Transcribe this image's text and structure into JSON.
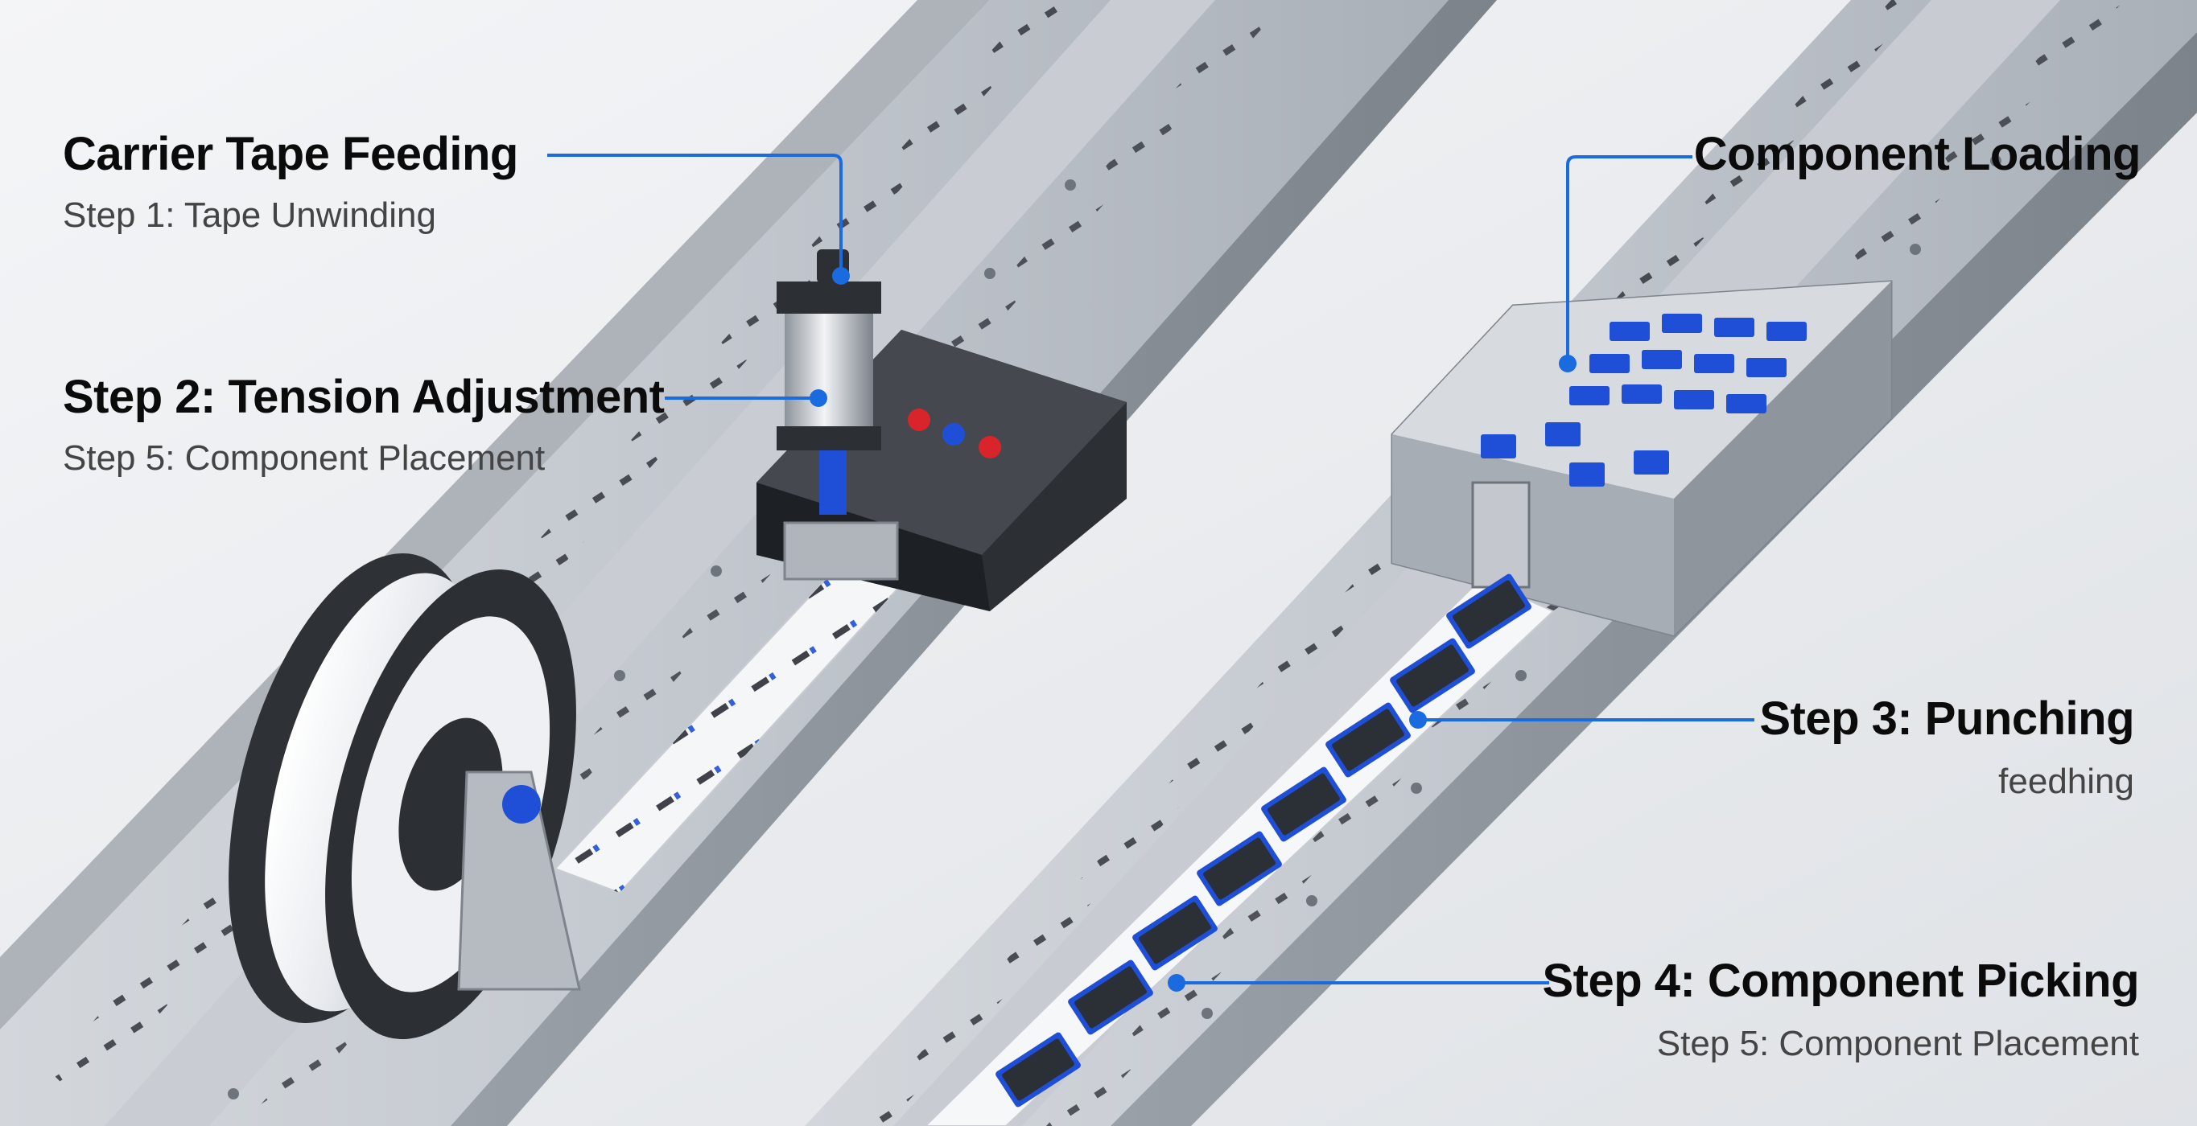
{
  "colors": {
    "background": "#eceef1",
    "rail": "#b9bec6",
    "rail_dark": "#8a9099",
    "callout": "#1a6be0",
    "component_blue": "#1f4fd6",
    "button_red": "#d8242a"
  },
  "labels": {
    "carrier_tape_feeding": {
      "title": "Carrier Tape Feeding",
      "subtitle": "Step 1: Tape Unwinding"
    },
    "tension_adjustment": {
      "title": "Step 2: Tension Adjustment",
      "subtitle": "Step 5: Component Placement"
    },
    "component_loading": {
      "title": "Component Loading"
    },
    "punching": {
      "title": "Step 3: Punching",
      "subtitle": "feedhing"
    },
    "component_picking": {
      "title": "Step 4: Component Picking",
      "subtitle": "Step 5: Component Placement"
    }
  },
  "icons": [
    "reel-icon",
    "press-icon",
    "component-hopper-icon",
    "chip-icon"
  ]
}
